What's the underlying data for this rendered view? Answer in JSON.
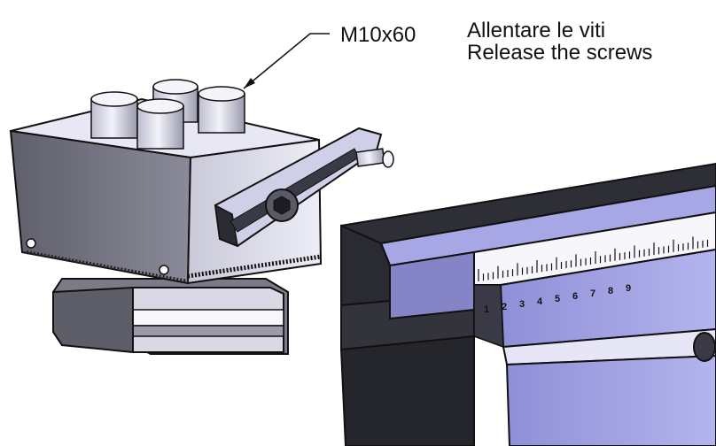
{
  "callout": {
    "screw_spec": "M10x60"
  },
  "instructions": {
    "italian": "Allentare le viti",
    "english": "Release the screws"
  },
  "scale": {
    "ticks": [
      "1",
      "2",
      "3",
      "4",
      "5",
      "6",
      "7",
      "8",
      "9"
    ]
  },
  "colors": {
    "face_light": "#e6e6f6",
    "face_mid": "#c9c9e2",
    "face_dark": "#6a6a78",
    "rail_blue": "#9f9fe2",
    "rail_dark": "#2e2e36",
    "outline": "#111111"
  }
}
